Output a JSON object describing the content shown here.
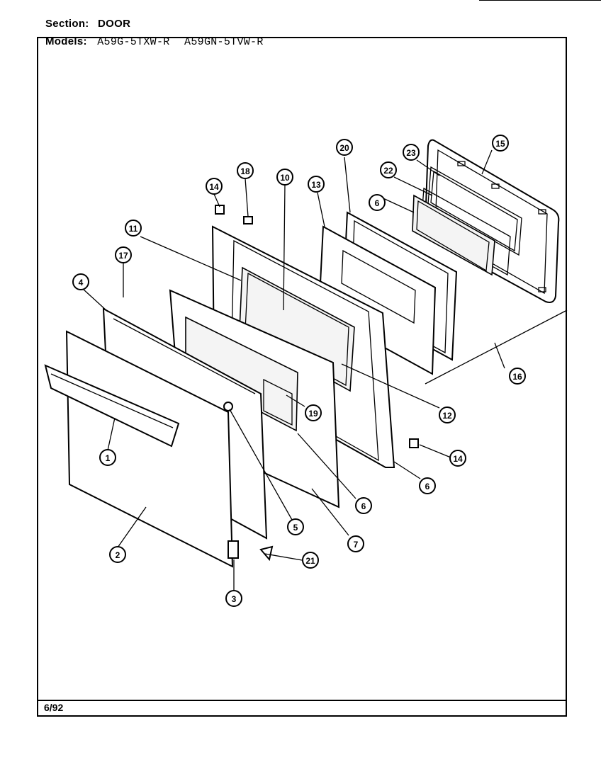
{
  "header": {
    "section_label": "Section:",
    "section_value": "DOOR",
    "models_label": "Models:",
    "model_1": "A59G-5TXW-R",
    "model_2": "A59GN-5TVW-R"
  },
  "footer": {
    "date": "6/92"
  },
  "callouts": [
    {
      "id": "c1",
      "label": "1"
    },
    {
      "id": "c2",
      "label": "2"
    },
    {
      "id": "c3",
      "label": "3"
    },
    {
      "id": "c4",
      "label": "4"
    },
    {
      "id": "c5",
      "label": "5"
    },
    {
      "id": "c6a",
      "label": "6"
    },
    {
      "id": "c6b",
      "label": "6"
    },
    {
      "id": "c6c",
      "label": "6"
    },
    {
      "id": "c7",
      "label": "7"
    },
    {
      "id": "c10",
      "label": "10"
    },
    {
      "id": "c11",
      "label": "11"
    },
    {
      "id": "c12",
      "label": "12"
    },
    {
      "id": "c13",
      "label": "13"
    },
    {
      "id": "c14a",
      "label": "14"
    },
    {
      "id": "c14b",
      "label": "14"
    },
    {
      "id": "c15",
      "label": "15"
    },
    {
      "id": "c16",
      "label": "16"
    },
    {
      "id": "c17",
      "label": "17"
    },
    {
      "id": "c18",
      "label": "18"
    },
    {
      "id": "c19",
      "label": "19"
    },
    {
      "id": "c20",
      "label": "20"
    },
    {
      "id": "c21",
      "label": "21"
    },
    {
      "id": "c22",
      "label": "22"
    },
    {
      "id": "c23",
      "label": "23"
    }
  ]
}
